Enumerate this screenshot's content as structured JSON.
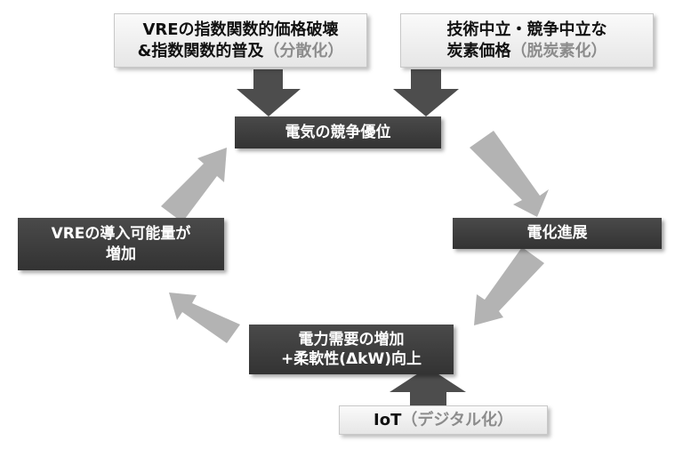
{
  "inputs": {
    "vre": {
      "line1": "VREの指数関数的価格破壊",
      "line2_main": "&指数関数的普及",
      "line2_note": "（分散化）"
    },
    "carbon": {
      "line1": "技術中立・競争中立な",
      "line2_main": "炭素価格",
      "line2_note": "（脱炭素化）"
    },
    "iot": {
      "main": "IoT",
      "note": "（デジタル化）"
    }
  },
  "cycle": {
    "top": "電気の競争優位",
    "right": "電化進展",
    "bottom": {
      "line1": "電力需要の増加",
      "line2": "+柔軟性(ΔkW)向上"
    },
    "left": {
      "line1": "VREの導入可能量が",
      "line2": "増加"
    }
  },
  "colors": {
    "dark_box": "#3c3c3c",
    "light_box": "#eeeeee",
    "arrow_dark": "#4d4d4d",
    "arrow_light": "#b3b3b3"
  }
}
